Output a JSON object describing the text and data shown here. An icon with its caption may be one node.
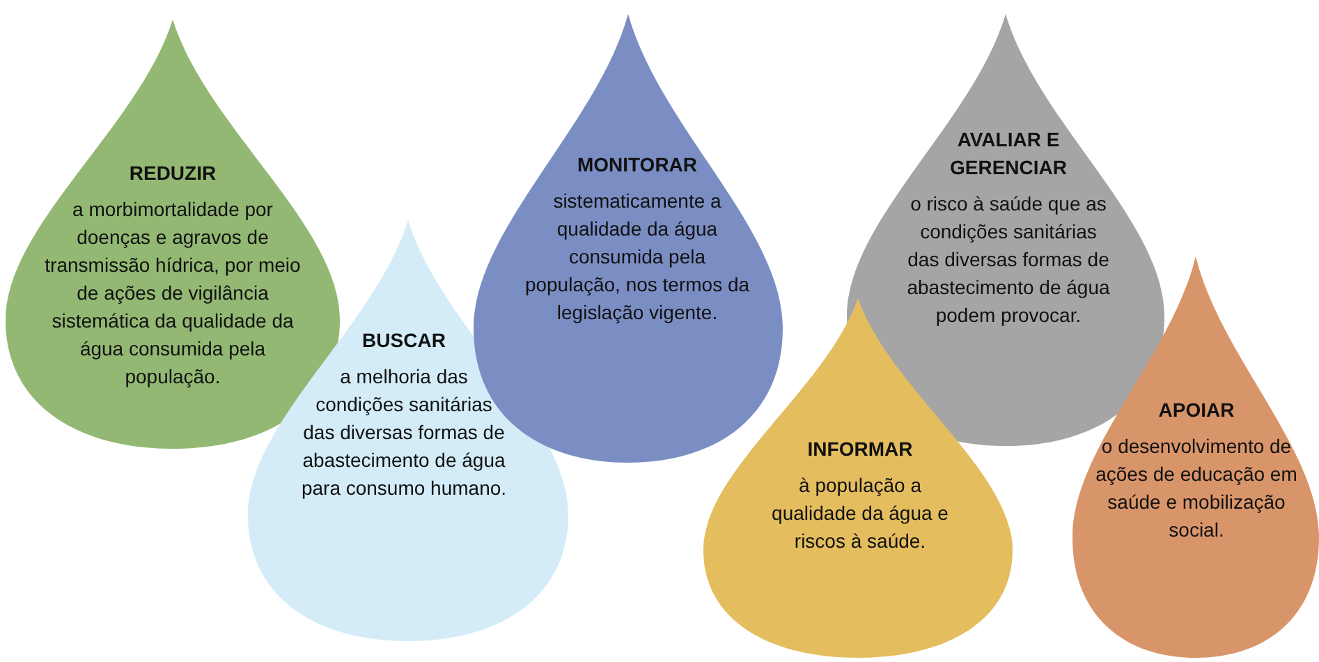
{
  "diagram": {
    "nodes": [
      {
        "text": [
          "REDUZIR",
          "a morbimortalidade por doenças e agravos de transmissão hídrica, por meio de ações de vigilância sistemática da qualidade da água consumida pela população."
        ]
      },
      {
        "text": [
          "BUSCAR",
          "a melhoria das condições sanitárias das diversas formas de abastecimento de água para consumo humano."
        ]
      },
      {
        "text": [
          "MONITORAR",
          "sistematicamente a qualidade da água consumida pela população, nos termos da legislação vigente."
        ]
      },
      {
        "text": [
          "INFORMAR",
          "à população a qualidade da água e riscos à saúde."
        ]
      },
      {
        "text": [
          "AVALIAR E GERENCIAR",
          "o risco à saúde que as condições sanitárias das diversas formas de abastecimento de água podem provocar."
        ]
      },
      {
        "text": [
          "APOIAR",
          "o desenvolvimento de ações de educação em saúde e mobilização social."
        ]
      }
    ]
  }
}
